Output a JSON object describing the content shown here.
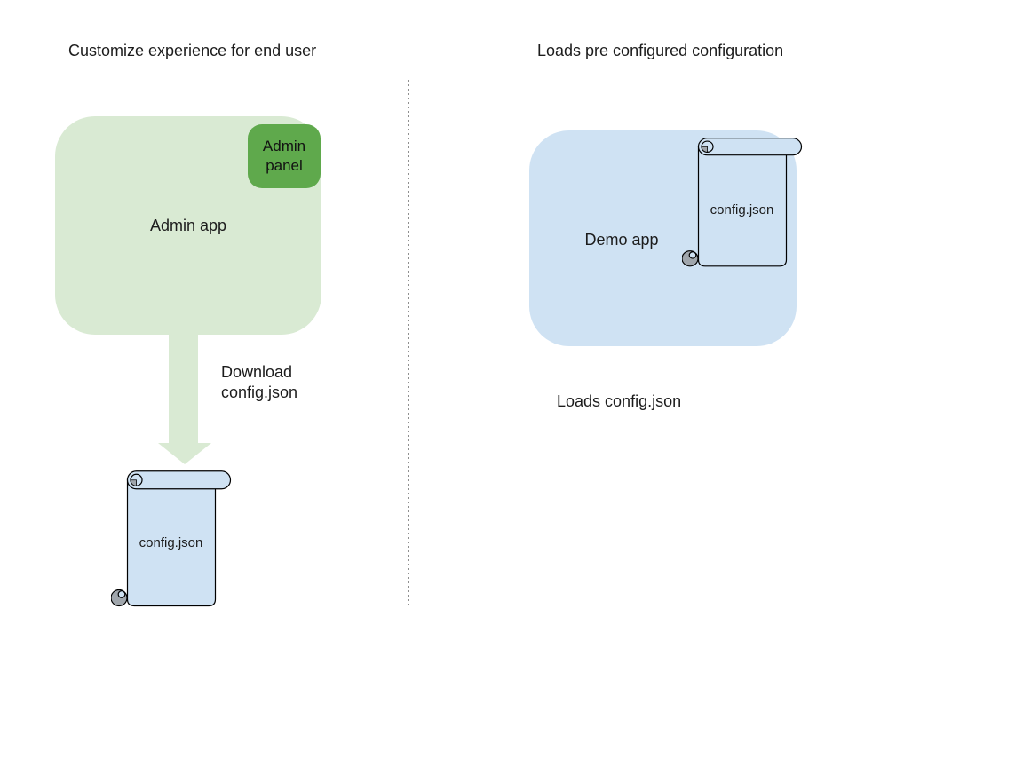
{
  "colors": {
    "light_green": "#d9ead3",
    "panel_green": "#5fa94c",
    "light_blue": "#cfe2f3",
    "curl_gray": "#a0a6ac",
    "divider_gray": "#8f8f8f",
    "text": "#1c1c1c"
  },
  "left": {
    "title": "Customize experience for end user",
    "admin_app_label": "Admin app",
    "admin_panel_label": "Admin\npanel",
    "arrow_label": "Download\nconfig.json",
    "scroll_label": "config.json"
  },
  "right": {
    "title": "Loads pre configured configuration",
    "demo_app_label": "Demo app",
    "scroll_label": "config.json",
    "loads_label": "Loads config.json"
  }
}
